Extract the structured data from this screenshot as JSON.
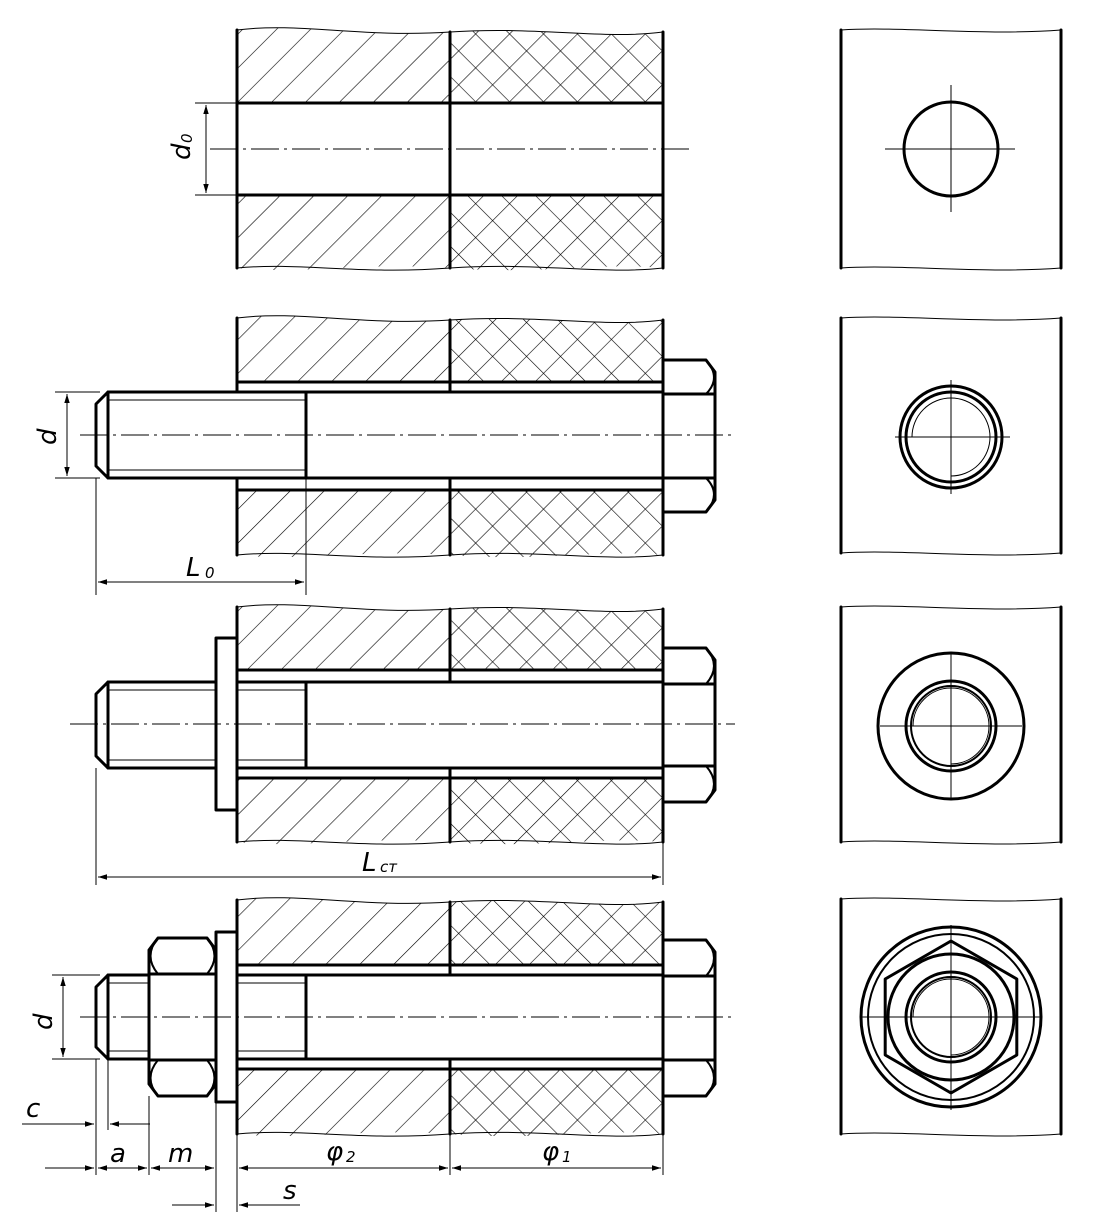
{
  "labels": {
    "d0_main": "d",
    "d0_sub": "0",
    "d_view2": "d",
    "L0_main": "L",
    "L0_sub": "0",
    "Lst_main": "L",
    "Lst_sub": "cт",
    "d_view4": "d",
    "c": "c",
    "a": "a",
    "m": "m",
    "phi2_main": "φ",
    "phi2_sub": "2",
    "phi1_main": "φ",
    "phi1_sub": "1",
    "s": "s"
  }
}
